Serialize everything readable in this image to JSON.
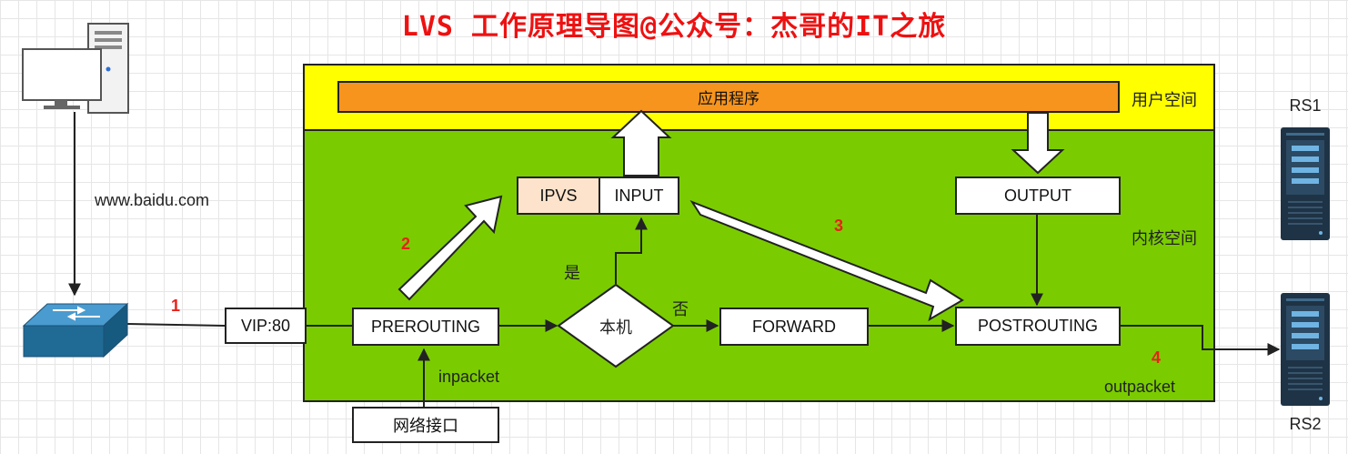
{
  "title": "LVS 工作原理导图@公众号：杰哥的IT之旅",
  "client": {
    "url_label": "www.baidu.com"
  },
  "vip": "VIP:80",
  "user_space": {
    "label": "用户空间",
    "app": "应用程序"
  },
  "kernel_space": {
    "label": "内核空间"
  },
  "nodes": {
    "ipvs": "IPVS",
    "input": "INPUT",
    "output": "OUTPUT",
    "prerouting": "PREROUTING",
    "decision": "本机",
    "forward": "FORWARD",
    "postrouting": "POSTROUTING",
    "nic": "网络接口"
  },
  "edge_labels": {
    "yes": "是",
    "no": "否",
    "inpacket": "inpacket",
    "outpacket": "outpacket"
  },
  "steps": [
    "1",
    "2",
    "3",
    "4"
  ],
  "servers": {
    "rs1": "RS1",
    "rs2": "RS2"
  },
  "colors": {
    "title": "#ee1111",
    "kernel": "#7acc00",
    "user": "#ffff00",
    "app": "#f7941d",
    "ipvs": "#fde3cb",
    "switch": "#1f6b96",
    "server": "#1e3345",
    "step": "#e8211a"
  }
}
